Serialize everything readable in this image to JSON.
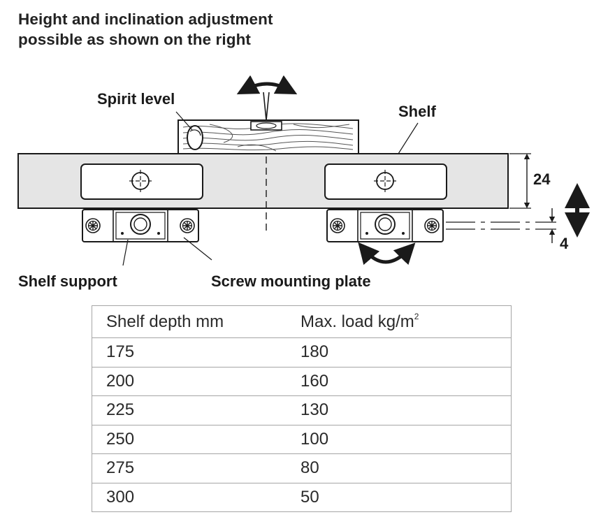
{
  "heading": {
    "line1": "Height and inclination adjustment",
    "line2": "possible as shown on the right"
  },
  "diagram": {
    "labels": {
      "spirit_level": "Spirit level",
      "shelf": "Shelf",
      "shelf_support": "Shelf support",
      "screw_mounting_plate": "Screw mounting plate"
    },
    "dimensions": {
      "shelf_thickness": "24",
      "height_adjustment": "4"
    },
    "colors": {
      "shelf_fill": "#e5e5e5",
      "outline": "#1a1a1a",
      "table_border": "#a5a5a5"
    },
    "icons": [
      "tilt-arrow-icon",
      "vertical-adjust-arrow-icon",
      "rotate-arrow-icon",
      "phillips-screw-icon"
    ]
  },
  "load_table": {
    "headers": {
      "depth": "Shelf depth mm",
      "load": "Max. load kg/m",
      "load_sup": "2"
    },
    "rows": [
      {
        "depth": "175",
        "load": "180"
      },
      {
        "depth": "200",
        "load": "160"
      },
      {
        "depth": "225",
        "load": "130"
      },
      {
        "depth": "250",
        "load": "100"
      },
      {
        "depth": "275",
        "load": "80"
      },
      {
        "depth": "300",
        "load": "50"
      }
    ]
  }
}
